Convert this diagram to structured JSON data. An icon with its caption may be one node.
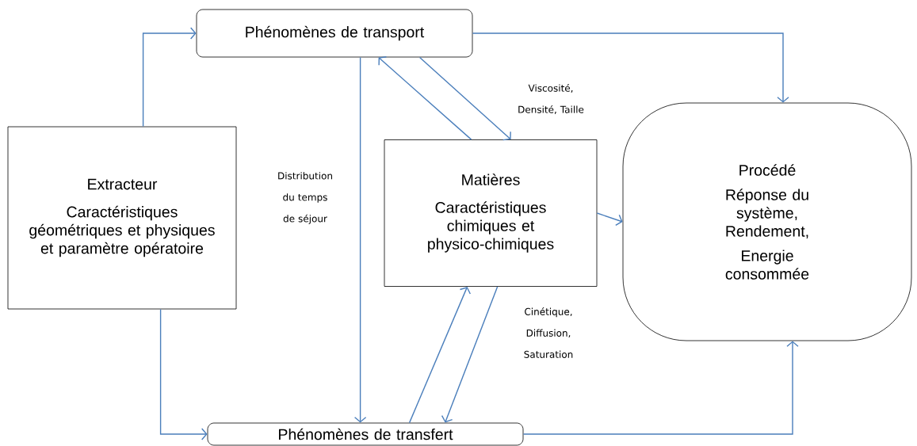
{
  "diagram": {
    "nodes": [
      {
        "text": [
          "Extracteur",
          "Caractéristiques géométriques et physiques et paramètre opératoire"
        ]
      },
      {
        "text": [
          "Phénomènes de transport"
        ]
      },
      {
        "text": [
          "Matières",
          "Caractéristiques chimiques et physico-chimiques"
        ]
      },
      {
        "text": [
          "Procédé",
          "Réponse du système, Rendement,",
          "Energie consommée"
        ]
      },
      {
        "text": [
          "Phénomènes de transfert"
        ]
      }
    ],
    "edges": [
      {
        "from": 0,
        "to": 1,
        "arrow": "to"
      },
      {
        "from": 0,
        "to": 4,
        "arrow": "to"
      },
      {
        "from": 1,
        "to": 3,
        "arrow": "to"
      },
      {
        "from": 1,
        "to": 4,
        "arrow": "to",
        "label": "Distribution du temps de séjour"
      },
      {
        "from": 2,
        "to": 1,
        "arrow": "to"
      },
      {
        "from": 1,
        "to": 2,
        "arrow": "to",
        "label": "Viscosité, Densité, Taille"
      },
      {
        "from": 2,
        "to": 3,
        "arrow": "to"
      },
      {
        "from": 4,
        "to": 2,
        "arrow": "to"
      },
      {
        "from": 2,
        "to": 4,
        "arrow": "to",
        "label": "Cinétique, Diffusion, Saturation"
      },
      {
        "from": 4,
        "to": 3,
        "arrow": "to"
      }
    ]
  }
}
